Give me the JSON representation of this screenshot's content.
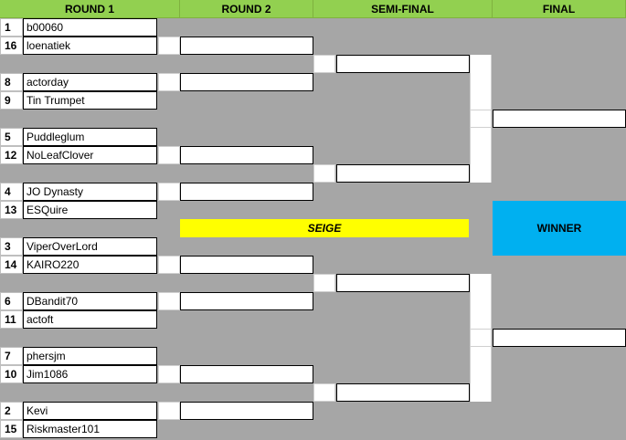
{
  "headers": {
    "round1": "ROUND 1",
    "round2": "ROUND 2",
    "semi": "SEMI-FINAL",
    "final": "FINAL"
  },
  "entries": [
    {
      "seed": "1",
      "name": "b00060"
    },
    {
      "seed": "16",
      "name": "loenatiek"
    },
    {
      "seed": "8",
      "name": "actorday"
    },
    {
      "seed": "9",
      "name": "Tin Trumpet"
    },
    {
      "seed": "5",
      "name": "Puddleglum"
    },
    {
      "seed": "12",
      "name": "NoLeafClover"
    },
    {
      "seed": "4",
      "name": "JO Dynasty"
    },
    {
      "seed": "13",
      "name": "ESQuire"
    },
    {
      "seed": "3",
      "name": "ViperOverLord"
    },
    {
      "seed": "14",
      "name": "KAIRO220"
    },
    {
      "seed": "6",
      "name": "DBandit70"
    },
    {
      "seed": "11",
      "name": "actoft"
    },
    {
      "seed": "7",
      "name": "phersjm"
    },
    {
      "seed": "10",
      "name": "Jim1086"
    },
    {
      "seed": "2",
      "name": "Kevi"
    },
    {
      "seed": "15",
      "name": "Riskmaster101"
    }
  ],
  "banner": "SEIGE",
  "winner_label": "WINNER"
}
